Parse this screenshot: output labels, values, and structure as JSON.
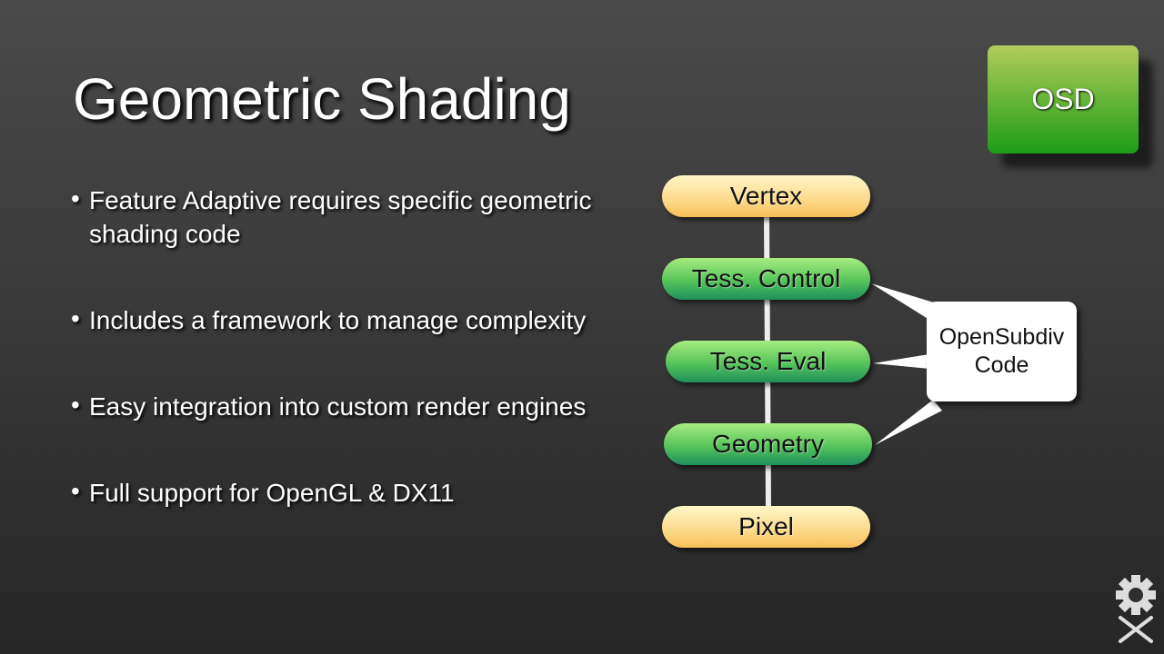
{
  "title": "Geometric Shading",
  "bullets": [
    "Feature Adaptive requires specific geometric shading code",
    "Includes a framework to manage complexity",
    "Easy integration into custom render engines",
    "Full support for OpenGL & DX11"
  ],
  "badge": "OSD",
  "pipeline": [
    "Vertex",
    "Tess. Control",
    "Tess. Eval",
    "Geometry",
    "Pixel"
  ],
  "callout": {
    "line1": "OpenSubdiv",
    "line2": "Code"
  },
  "colors": {
    "stage_yellow": "#fdd98a",
    "stage_green": "#55c45a",
    "badge_green": "#1c9d16"
  }
}
